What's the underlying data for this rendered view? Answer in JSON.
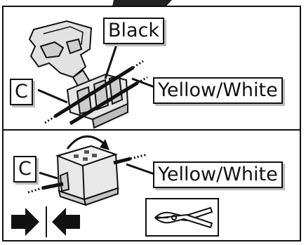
{
  "step1": {
    "label_black": "Black",
    "label_c": "C",
    "label_yellow_white": "Yellow/White"
  },
  "step2": {
    "label_c": "C",
    "label_yellow_white": "Yellow/White"
  },
  "icons": [
    "connector-open-icon",
    "connector-closed-icon",
    "pliers-icon",
    "press-arrows-icon",
    "rotate-arrow-icon"
  ]
}
